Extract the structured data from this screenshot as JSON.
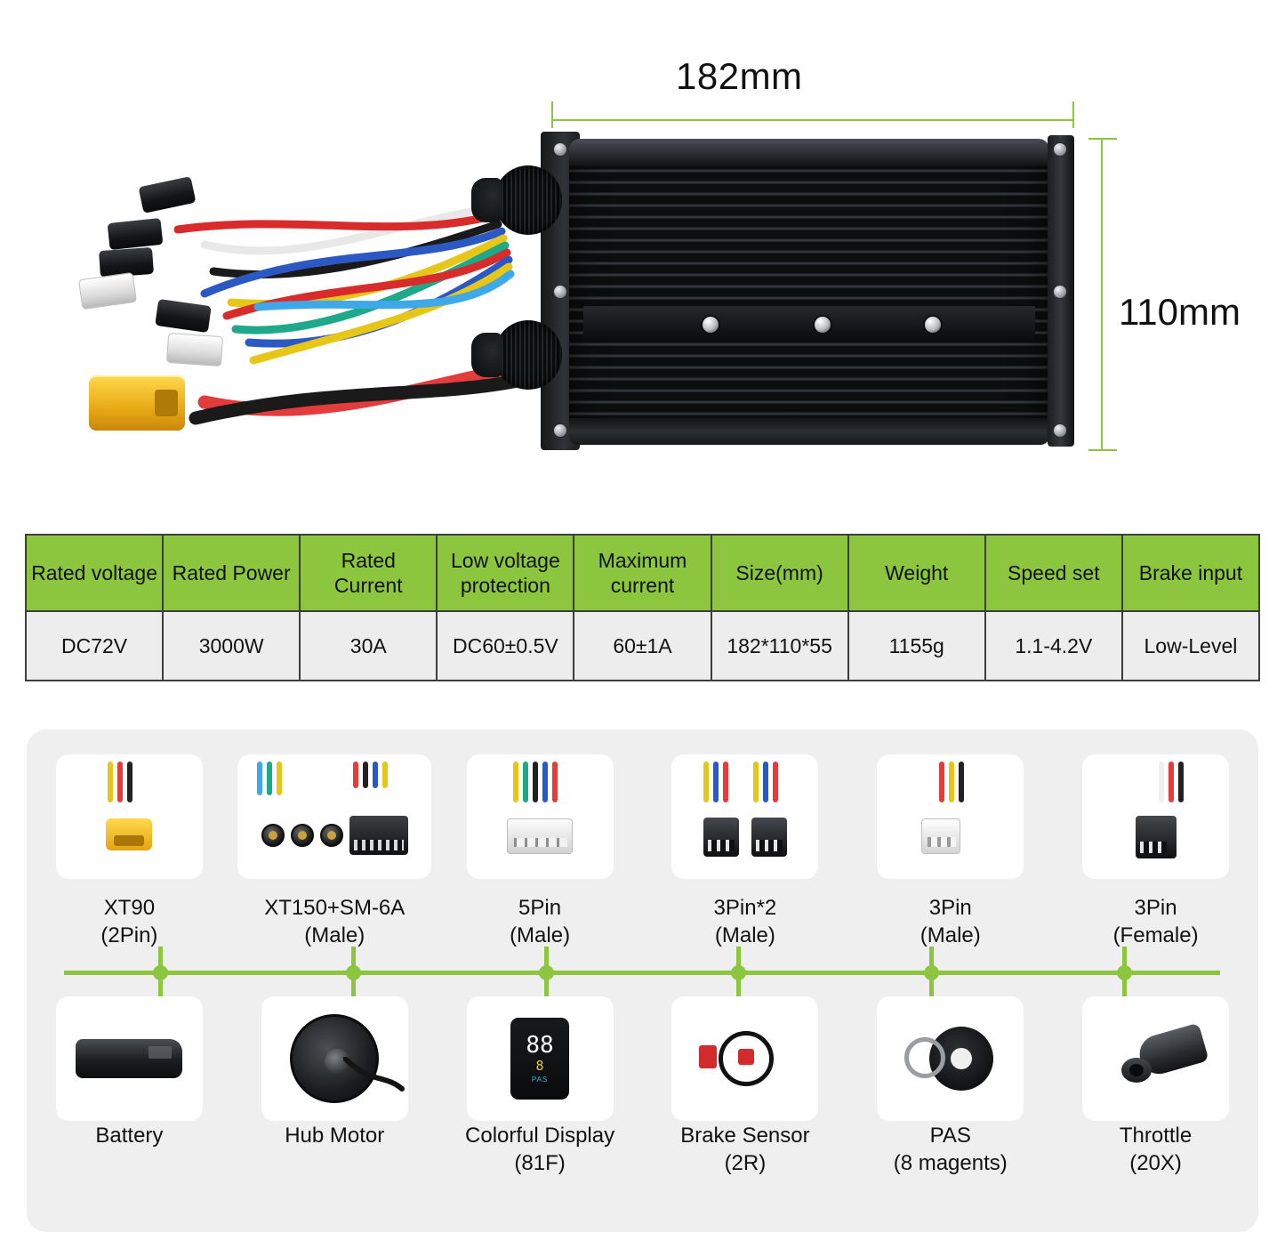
{
  "dimensions": {
    "width_label": "182mm",
    "height_label": "110mm"
  },
  "spec_table": {
    "headers": [
      "Rated voltage",
      "Rated Power",
      "Rated\nCurrent",
      "Low voltage\nprotection",
      "Maximum\ncurrent",
      "Size(mm)",
      "Weight",
      "Speed set",
      "Brake input"
    ],
    "values": [
      "DC72V",
      "3000W",
      "30A",
      "DC60±0.5V",
      "60±1A",
      "182*110*55",
      "1155g",
      "1.1-4.2V",
      "Low-Level"
    ]
  },
  "connectors": [
    {
      "label": "XT90\n(2Pin)",
      "icon": "xt90-connector-icon"
    },
    {
      "label": "XT150+SM-6A\n(Male)",
      "icon": "xt150-sm6a-connector-icon"
    },
    {
      "label": "5Pin\n(Male)",
      "icon": "5pin-white-connector-icon"
    },
    {
      "label": "3Pin*2\n(Male)",
      "icon": "3pin-double-black-connector-icon"
    },
    {
      "label": "3Pin\n(Male)",
      "icon": "3pin-white-connector-icon"
    },
    {
      "label": "3Pin\n(Female)",
      "icon": "3pin-black-female-connector-icon"
    }
  ],
  "components": [
    {
      "label": "Battery",
      "icon": "battery-icon"
    },
    {
      "label": "Hub Motor",
      "icon": "hub-motor-icon"
    },
    {
      "label": "Colorful Display\n(81F)",
      "icon": "display-icon"
    },
    {
      "label": "Brake Sensor\n(2R)",
      "icon": "brake-sensor-icon"
    },
    {
      "label": "PAS\n(8 magents)",
      "icon": "pas-sensor-icon"
    },
    {
      "label": "Throttle\n(20X)",
      "icon": "throttle-icon"
    }
  ],
  "display_screen": {
    "speed": "88",
    "pas_level": "8",
    "pas_label": "PAS"
  },
  "colors": {
    "accent_green": "#8cc63f",
    "table_header": "#8cc63f",
    "table_cell": "#ededed",
    "panel_bg": "#efefef",
    "border": "#3d3d3d"
  }
}
